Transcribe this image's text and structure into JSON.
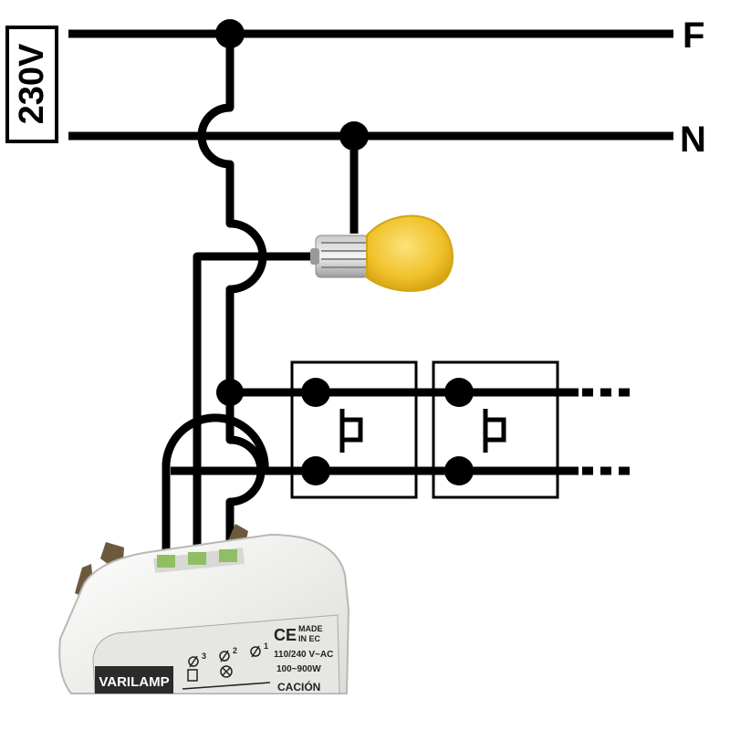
{
  "voltage_label": "230V",
  "line_labels": {
    "phase": "F",
    "neutral": "N"
  },
  "device": {
    "brand": "VARILAMP",
    "ce_mark": "CE",
    "made_line1": "MADE",
    "made_line2": "IN EC",
    "voltage": "110/240 V~AC",
    "power": "100~900W",
    "footer_text": "CACIÓN",
    "terminal_1": "1",
    "terminal_2": "2",
    "terminal_3": "3"
  },
  "colors": {
    "wire": "#000000",
    "bulb_glass": "#f2c62a",
    "device_body": "#f2f2f0",
    "terminal_green": "#8fbf62"
  },
  "icons": [
    "light-bulb-icon",
    "push-button-icon"
  ]
}
